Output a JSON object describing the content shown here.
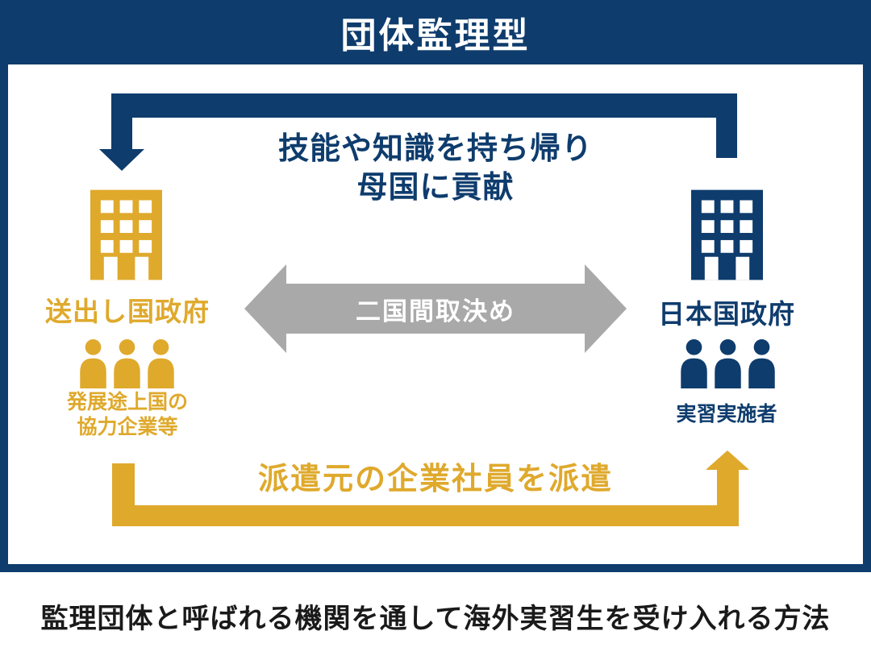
{
  "colors": {
    "navy": "#0e3c6d",
    "gold": "#dfa92c",
    "gray": "#a9a9a9",
    "caption": "#1a1a1a"
  },
  "title": "団体監理型",
  "diagram": {
    "top_flow": {
      "line1": "技能や知識を持ち帰り",
      "line2": "母国に貢献"
    },
    "center_arrow_label": "二国間取決め",
    "bottom_flow_label": "派遣元の企業社員を派遣",
    "left_entity": {
      "name": "送出し国政府",
      "group_line1": "発展途上国の",
      "group_line2": "協力企業等"
    },
    "right_entity": {
      "name": "日本国政府",
      "group": "実習実施者"
    }
  },
  "caption": "監理団体と呼ばれる機関を通して海外実習生を受け入れる方法"
}
